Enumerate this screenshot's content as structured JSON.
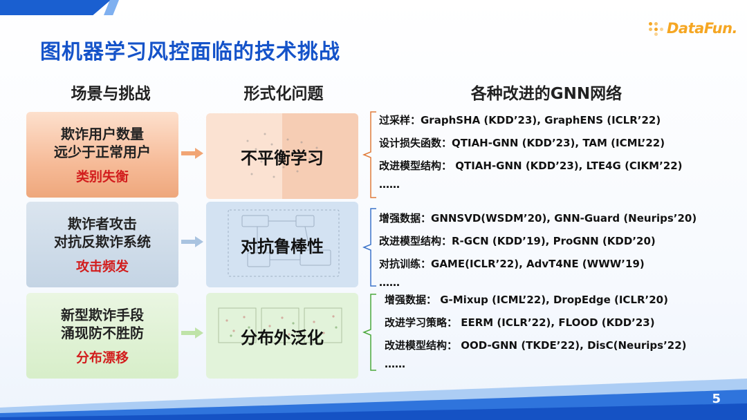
{
  "slide": {
    "title": "图机器学习风控面临的技术挑战",
    "page_number": "5",
    "logo_text": "DataFun."
  },
  "columns": {
    "scenario": "场景与挑战",
    "formalization": "形式化问题",
    "networks": "各种改进的GNN网络"
  },
  "rows": [
    {
      "scenario_line1": "欺诈用户数量",
      "scenario_line2": "远少于正常用户",
      "challenge": "类别失衡",
      "problem": "不平衡学习",
      "items": [
        "过采样：GraphSHA (KDD’23), GraphENS (ICLR’22)",
        "设计损失函数：QTIAH-GNN (KDD’23), TAM (ICML’22)",
        "改进模型结构： QTIAH-GNN (KDD’23), LTE4G (CIKM’22)",
        "……"
      ]
    },
    {
      "scenario_line1": "欺诈者攻击",
      "scenario_line2": "对抗反欺诈系统",
      "challenge": "攻击频发",
      "problem": "对抗鲁棒性",
      "items": [
        "增强数据：GNNSVD(WSDM’20), GNN-Guard (Neurips’20)",
        "改进模型结构：R-GCN (KDD’19), ProGNN (KDD’20)",
        "对抗训练：GAME(ICLR’22), AdvT4NE (WWW’19)",
        "……"
      ]
    },
    {
      "scenario_line1": "新型欺诈手段",
      "scenario_line2": "涌现防不胜防",
      "challenge": "分布漂移",
      "problem": "分布外泛化",
      "items": [
        "增强数据： G-Mixup (ICML’22), DropEdge (ICLR’20)",
        "改进学习策略： EERM (ICLR’22), FLOOD (KDD’23)",
        "改进模型结构： OOD-GNN (TKDE’22), DisC(Neurips’22)",
        "……"
      ]
    }
  ],
  "colors": {
    "title": "#1553c9",
    "challenge": "#d21d1d",
    "row1": "#f4b48e",
    "row2": "#c8d8ea",
    "row3": "#d7eec9",
    "logo": "#f5a623"
  }
}
